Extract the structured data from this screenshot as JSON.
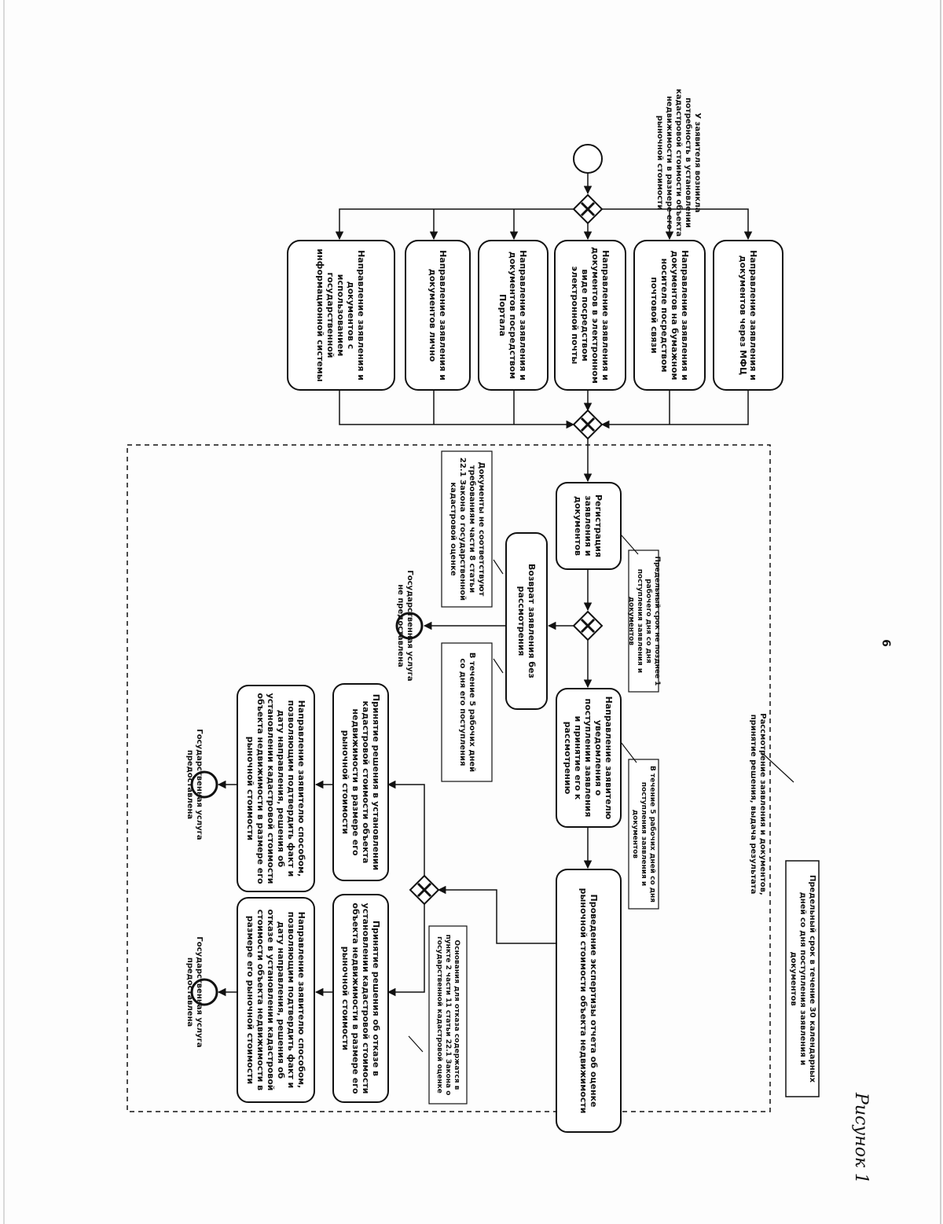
{
  "page_number": "6",
  "figure_label": "Рисунок 1",
  "start_event": "У заявителя возникла потребность в установлении кадастровой стоимости объекта недвижимости в размере его рыночной стоимости",
  "channels": [
    "Направление заявления и документов через МФЦ",
    "Направление заявления и документов на бумажном носителе посредством почтовой связи",
    "Направление заявления и документов в электронном виде посредством электронной почты",
    "Направление заявления и документов посредством Портала",
    "Направление заявления и документов лично",
    "Направление заявления и документов с использованием государственной информационной системы"
  ],
  "pool_title": "Рассмотрение заявления и документов, принятие решения, выдача результата",
  "pool_deadline": "Предельный срок в течение 30 календарных дней со дня поступления заявления и документов",
  "tasks": {
    "registration": "Регистрация заявления и документов",
    "return": "Возврат заявления без рассмотрения",
    "notify": "Направление заявителю уведомления о поступлении заявления и принятие его к рассмотрению",
    "expertise": "Проведение экспертизы отчета об оценке рыночной стоимости объекта недвижимости",
    "decision_grant": "Принятие решения в установлении кадастровой стоимости объекта недвижимости в размере его рыночной стоимости",
    "decision_refuse": "Принятие решения об отказе в установлении кадастровой стоимости объекта недвижимости в размере его рыночной стоимости",
    "send_grant": "Направление заявителю способом, позволяющим подтвердить факт и дату направления, решения об установлении кадастровой стоимости объекта недвижимости в размере его рыночной стоимости",
    "send_refuse": "Направление заявителю способом, позволяющим подтвердить факт и дату направления, решения об отказе в установлении кадастровой стоимости объекта недвижимости в размере его рыночной стоимости"
  },
  "annotations": {
    "registration_deadline": "Предельный срок не позднее 1 рабочего дня со дня поступления заявления и документов",
    "documents_mismatch": "Документы не соответствуют требованиям части 8 статьи 22.1 Закона о государственной кадастровой оценке",
    "return_deadline": "В течение 5 рабочих дней со дня его поступления",
    "notify_deadline": "В течение 5 рабочих дней со дня поступления заявления и документов",
    "refusal_grounds": "Основания для отказа содержатся в пункте 2 части 11 статьи 22.1 Закона о государственной кадастровой оценке"
  },
  "end_events": {
    "not_provided": "Государственная услуга не предоставлена",
    "provided_1": "Государственная услуга предоставлена",
    "provided_2": "Государственная услуга предоставлена"
  }
}
